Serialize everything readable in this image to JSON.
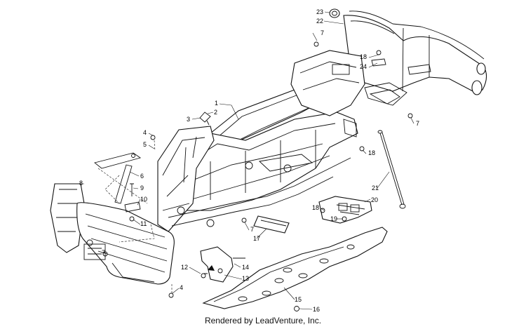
{
  "callouts": {
    "p1": "1",
    "p2": "2",
    "p3": "3",
    "p4a": "4",
    "p4b": "4",
    "p5": "5",
    "p6": "6",
    "p7a": "7",
    "p7b": "7",
    "p7c": "7",
    "p7d": "7",
    "p8": "8",
    "p9": "9",
    "p10": "10",
    "p11": "11",
    "p12": "12",
    "p13": "13",
    "p14": "14",
    "p15": "15",
    "p16": "16",
    "p17": "17",
    "p18a": "18",
    "p18b": "18",
    "p18c": "18",
    "p19": "19",
    "p20": "20",
    "p21": "21",
    "p22": "22",
    "p23": "23",
    "p24": "24"
  },
  "footer": "Rendered by LeadVenture, Inc."
}
